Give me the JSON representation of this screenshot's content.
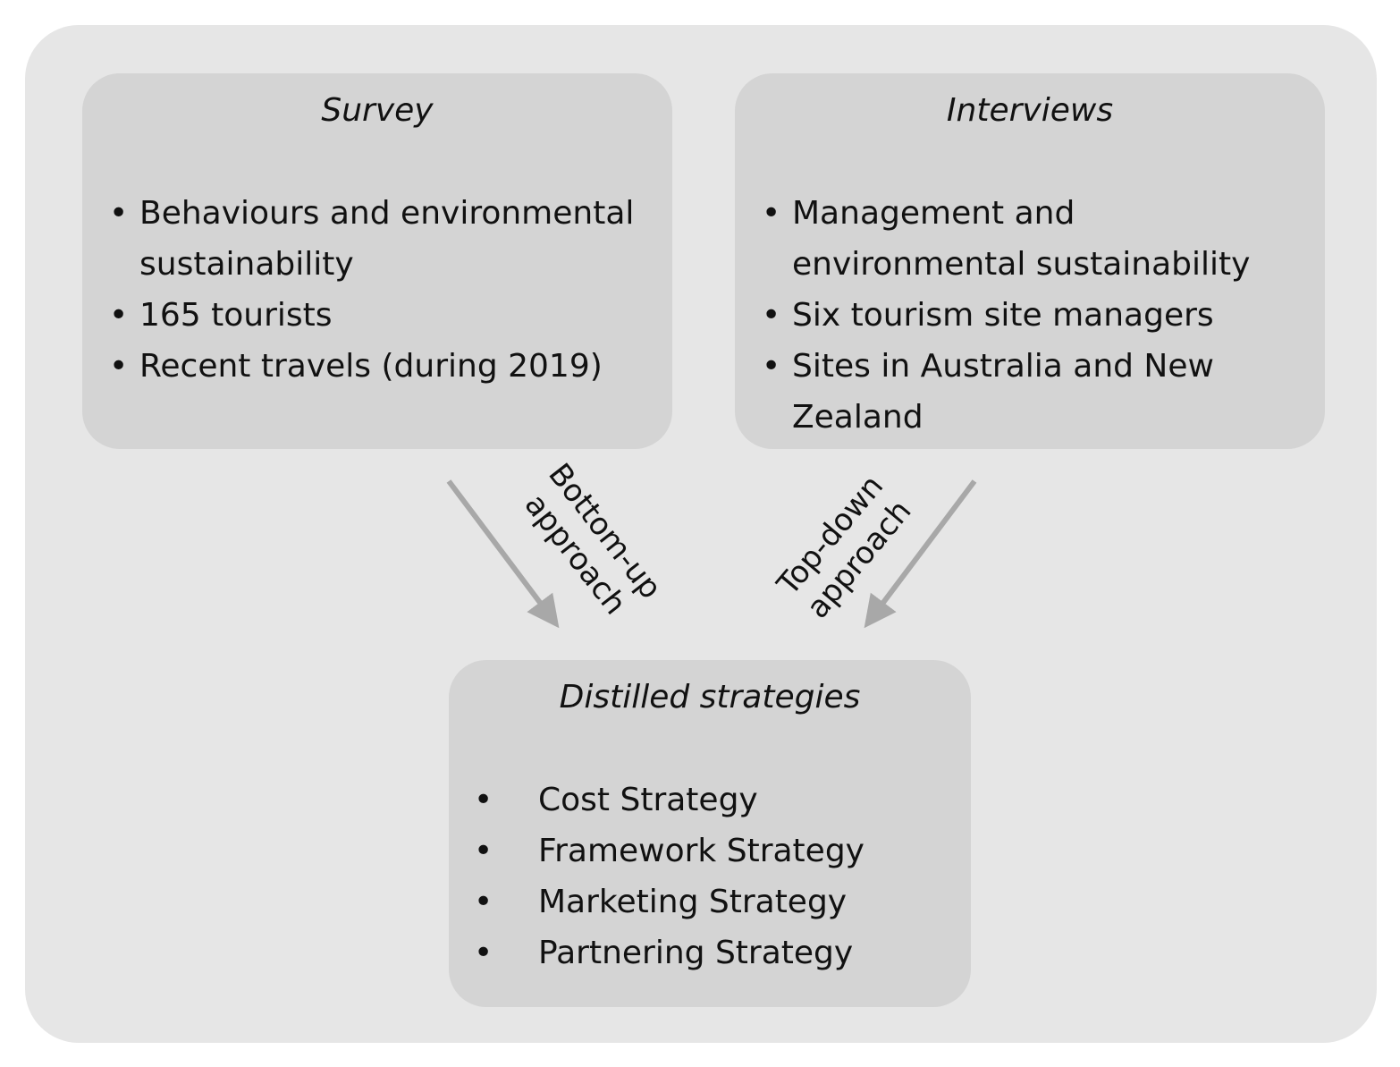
{
  "survey": {
    "title": "Survey",
    "bullets": [
      "Behaviours and environmental sustainability",
      "165 tourists",
      "Recent travels (during 2019)"
    ]
  },
  "interviews": {
    "title": "Interviews",
    "bullets": [
      "Management and environmental sustainability",
      "Six tourism site managers",
      "Sites in Australia and New Zealand"
    ]
  },
  "strategies": {
    "title": "Distilled strategies",
    "bullets": [
      "Cost Strategy",
      "Framework Strategy",
      "Marketing Strategy",
      "Partnering Strategy"
    ]
  },
  "arrows": {
    "left_label_line1": "Bottom-up",
    "left_label_line2": "approach",
    "right_label_line1": "Top-down",
    "right_label_line2": "approach"
  },
  "colors": {
    "outer_panel": "#e6e6e6",
    "inner_box": "#d4d4d4",
    "arrow": "#a8a8a8",
    "text": "#111111"
  }
}
